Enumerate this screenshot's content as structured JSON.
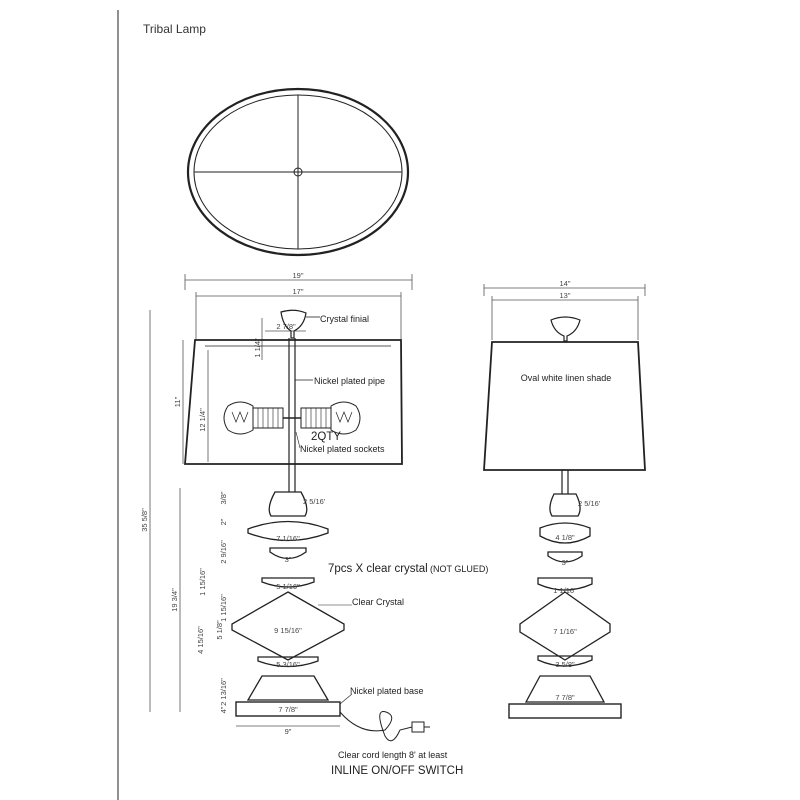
{
  "document": {
    "title": "Tribal Lamp"
  },
  "side_view": {
    "labels": {
      "crystal_finial": "Crystal finial",
      "pipe": "Nickel plated pipe",
      "sockets_qty": "2QTY",
      "sockets": "Nickel plated sockets",
      "crystal_note": "7pcs X clear crystal",
      "not_glued": "(NOT GLUED)",
      "clear_crystal": "Clear Crystal",
      "base": "Nickel plated base",
      "cord": "Clear cord length 8' at least",
      "switch": "INLINE ON/OFF SWITCH"
    },
    "dims": {
      "shade_bottom": "19\"",
      "shade_top": "17\"",
      "finial_width": "2 7/8\"",
      "finial_height": "1 1/4\"",
      "total_height": "35 5/8\"",
      "shade_height": "11\"",
      "socket_height": "12 1/4\"",
      "base_height": "19 3/4\"",
      "neck_width": "2 5/16'",
      "neck_height": "3/8\"",
      "c1_height": "2\"",
      "c1_width": "7 1/16\"",
      "c2_height": "2 9/16\"",
      "c2_width": "3\"",
      "c3_height": "1 15/16\"",
      "c3_width": "5 1/16\"",
      "c4_height": "1 15/16\"",
      "c4_height_b": "5 1/8\"",
      "c4_width": "9 15/16\"",
      "c5_height": "4 15/16\"",
      "c5_width": "5 3/16\"",
      "c6_height": "2 13/16\"",
      "plinth_height": "4\"",
      "plinth_width": "7 7/8\"",
      "foot_width": "9\""
    }
  },
  "front_view": {
    "labels": {
      "shade": "Oval white linen shade"
    },
    "dims": {
      "shade_bottom": "14\"",
      "shade_top": "13\"",
      "neck_width": "2 5/16'",
      "c1_width": "4 1/8\"",
      "c2_width": "3\"",
      "c3_width": "1 1/16\"",
      "c4_width": "7 1/16\"",
      "c5_width": "3 5/8\"",
      "c6_width": "7 7/8\""
    }
  }
}
